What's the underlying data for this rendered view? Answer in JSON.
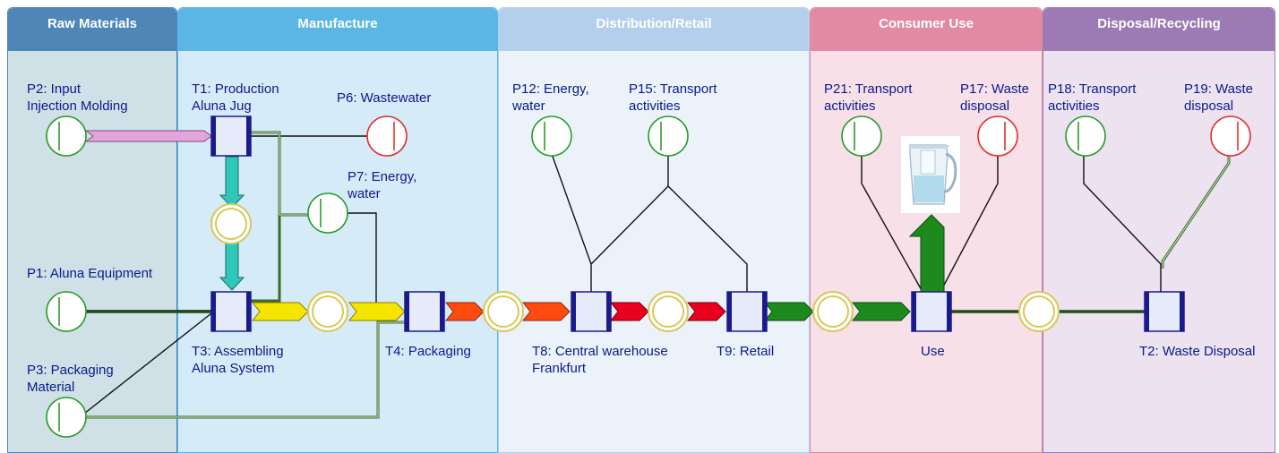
{
  "colors": {
    "lane_raw": "#4f86b8",
    "lane_manufacture": "#5cb6e4",
    "lane_distribution": "#b4cfec",
    "lane_consumer": "#e28aa4",
    "lane_disposal": "#9c7bb4",
    "label_text": "#0a1a8c",
    "input_flow_stroke": "#2e9a2e",
    "output_flow_stroke": "#e03030",
    "buffer_stroke": "#d8c85a",
    "transform_fill": "#1a1a8c"
  },
  "lanes": [
    {
      "title": "Raw Materials"
    },
    {
      "title": "Manufacture"
    },
    {
      "title": "Distribution/Retail"
    },
    {
      "title": "Consumer Use"
    },
    {
      "title": "Disposal/Recycling"
    }
  ],
  "places": {
    "p2": "P2: Input\nInjection Molding",
    "p1": "P1: Aluna Equipment",
    "p3": "P3: Packaging\nMaterial",
    "p6": "P6: Wastewater",
    "p7": "P7: Energy,\nwater",
    "p12": "P12: Energy,\nwater",
    "p15": "P15: Transport\nactivities",
    "p21": "P21: Transport\nactivities",
    "p17": "P17: Waste\ndisposal",
    "p18": "P18: Transport\nactivities",
    "p19": "P19: Waste\ndisposal"
  },
  "transitions": {
    "t1": "T1: Production\nAluna Jug",
    "t3": "T3: Assembling\nAluna System",
    "t4": "T4: Packaging",
    "t8": "T8: Central warehouse\nFrankfurt",
    "t9": "T9: Retail",
    "use": "Use",
    "t2": "T2: Waste Disposal"
  },
  "icons": {
    "product": "water-filter-jug-icon"
  }
}
